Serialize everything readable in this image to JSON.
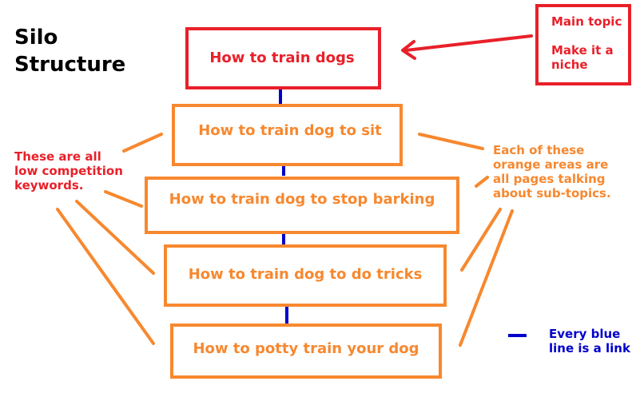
{
  "title": {
    "lines": [
      "Silo",
      "Structure"
    ]
  },
  "colors": {
    "main": "#e8202a",
    "sub": "#f7882f",
    "link": "#0000cc",
    "text": "#000000"
  },
  "main_topic": {
    "label": "How to train dogs"
  },
  "sub_topics": [
    {
      "label": "How to train dog to sit"
    },
    {
      "label": "How to train dog to stop barking"
    },
    {
      "label": "How to train dog to do tricks"
    },
    {
      "label": "How to potty train your dog"
    }
  ],
  "main_note": {
    "lines": [
      "Main topic",
      "",
      "Make it a",
      "niche"
    ]
  },
  "left_note": {
    "lines": [
      "These are all",
      "low competition",
      "keywords."
    ]
  },
  "right_note": {
    "lines": [
      "Each of these",
      "orange areas are",
      "all pages talking",
      "about sub-topics."
    ]
  },
  "legend": {
    "lines": [
      "Every blue",
      "line is a link"
    ]
  }
}
